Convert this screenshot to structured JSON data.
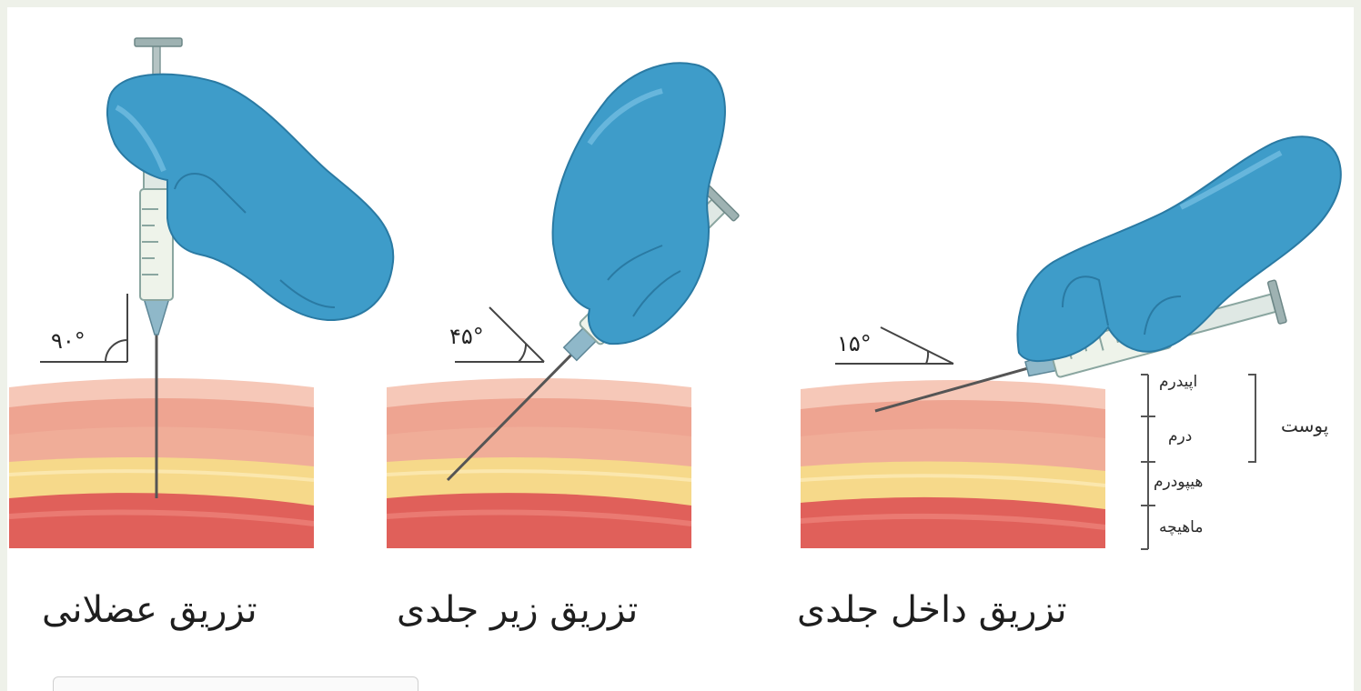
{
  "captions": {
    "intramuscular": "تزریق عضلانی",
    "subcutaneous": "تزریق زیر جلدی",
    "intradermal": "تزریق داخل جلدی"
  },
  "angles": {
    "intramuscular": "۹۰°",
    "subcutaneous": "۴۵°",
    "intradermal": "۱۵°"
  },
  "layers": {
    "epidermis": "اپیدرم",
    "dermis": "درم",
    "hypodermis": "هیپودرم",
    "muscle": "ماهیچه",
    "skin": "پوست"
  },
  "colors": {
    "glove": "#3e9cc9",
    "epidermis": "#f3b8a6",
    "dermis": "#eea491",
    "fat": "#f6d98a",
    "muscle": "#e0605a",
    "background": "#ffffff"
  }
}
